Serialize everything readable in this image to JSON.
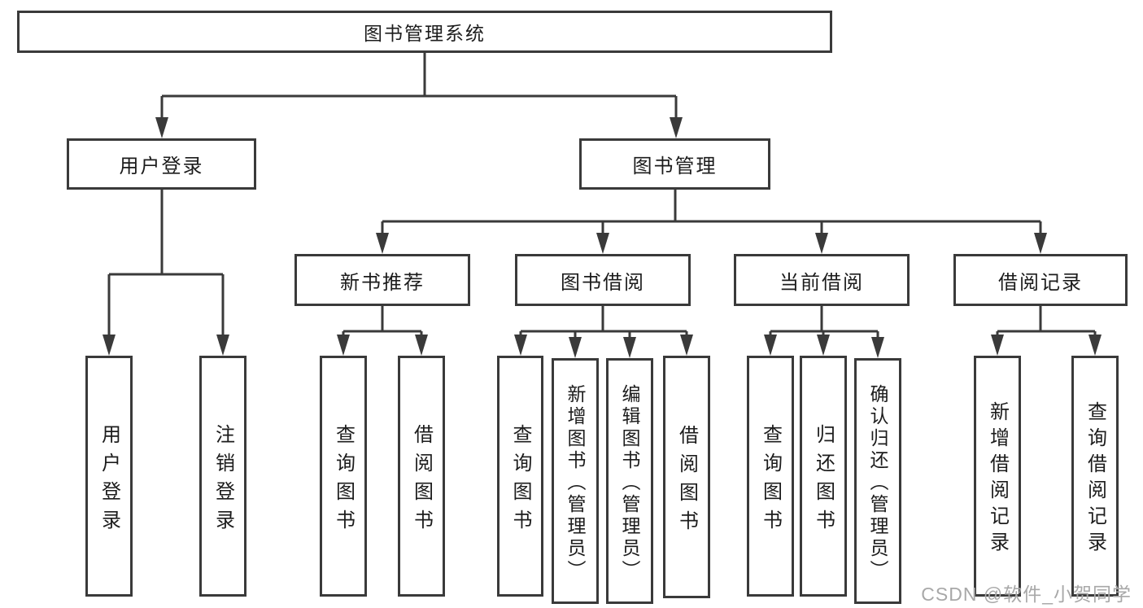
{
  "title": "图书管理系统",
  "level2": {
    "user_login": "用户登录",
    "book_mgmt": "图书管理"
  },
  "level3": {
    "new_books": "新书推荐",
    "book_borrow": "图书借阅",
    "current_borrow": "当前借阅",
    "borrow_records": "借阅记录"
  },
  "leaves": {
    "user_login": {
      "login": "用户登录",
      "logout": "注销登录"
    },
    "new_books": {
      "query": "查询图书",
      "borrow": "借阅图书"
    },
    "book_borrow": {
      "query": "查询图书",
      "add_admin": "新增图书（管理员）",
      "edit_admin": "编辑图书（管理员）",
      "borrow": "借阅图书"
    },
    "current_borrow": {
      "query": "查询图书",
      "return": "归还图书",
      "confirm_admin": "确认归还（管理员）"
    },
    "borrow_records": {
      "add": "新增借阅记录",
      "query": "查询借阅记录"
    }
  },
  "watermark": "CSDN @软件_小贺同学",
  "colors": {
    "line": "#3a3a3a",
    "text": "#1c1c1c",
    "watermark": "#a8a8a8"
  }
}
